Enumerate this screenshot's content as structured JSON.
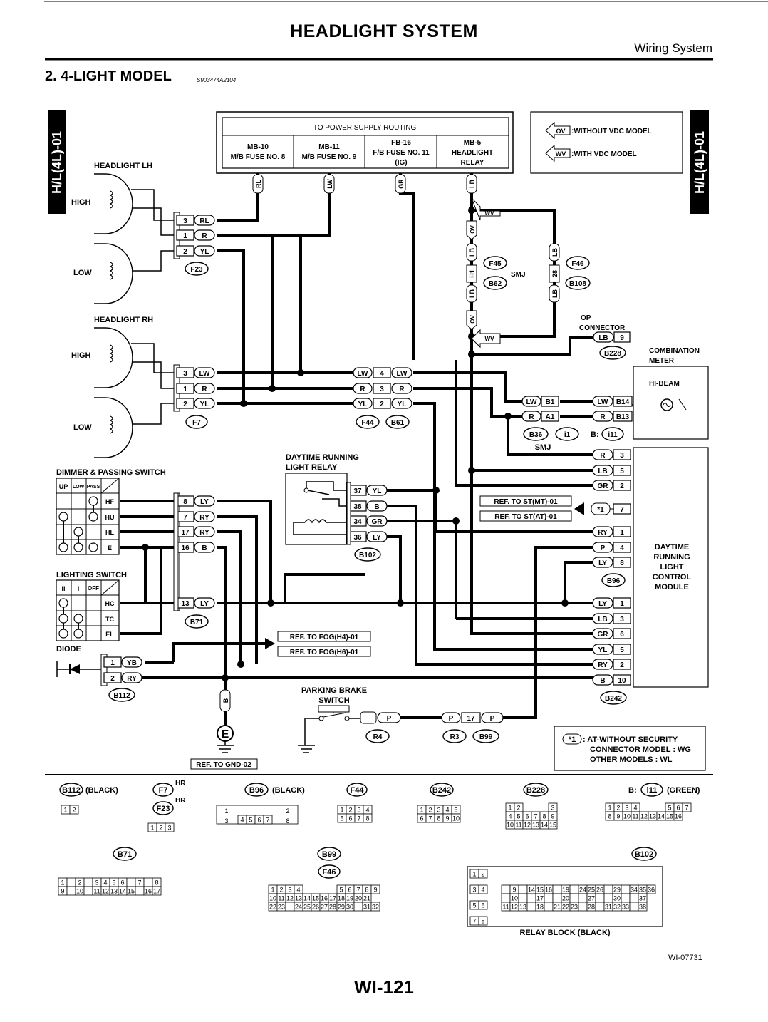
{
  "header": {
    "title": "HEADLIGHT SYSTEM",
    "subtitle": "Wiring System"
  },
  "section": {
    "title": "2. 4-LIGHT MODEL",
    "code": "S903474A2104"
  },
  "tabs": {
    "left": "H/L(4L)-01",
    "right": "H/L(4L)-01"
  },
  "power": {
    "title": "TO POWER SUPPLY ROUTING",
    "cells": [
      [
        "MB-10",
        "M/B FUSE NO. 8"
      ],
      [
        "MB-11",
        "M/B FUSE NO. 9"
      ],
      [
        "FB-16",
        "F/B FUSE NO. 11",
        "(IG)"
      ],
      [
        "MB-5",
        "HEADLIGHT",
        "RELAY"
      ]
    ],
    "wires": [
      "RL",
      "LW",
      "GR",
      "LB"
    ]
  },
  "legend": {
    "ov_tag": "OV",
    "ov_text": ":WITHOUT VDC MODEL",
    "wv_tag": "WV",
    "wv_text": ":WITH VDC MODEL"
  },
  "labels": {
    "hl_lh": "HEADLIGHT LH",
    "hl_rh": "HEADLIGHT RH",
    "high": "HIGH",
    "low": "LOW",
    "dimmer": "DIMMER & PASSING SWITCH",
    "lighting": "LIGHTING SWITCH",
    "diode": "DIODE",
    "drl_relay1": "DAYTIME RUNNING",
    "drl_relay2": "LIGHT RELAY",
    "parking1": "PARKING BRAKE",
    "parking2": "SWITCH",
    "combo1": "COMBINATION",
    "combo2": "METER",
    "hibeam": "HI-BEAM",
    "drl_mod": [
      "DAYTIME",
      "RUNNING",
      "LIGHT",
      "CONTROL",
      "MODULE"
    ],
    "op1": "OP",
    "op2": "CONNECTOR",
    "smj": "SMJ",
    "ground": "E",
    "b_prefix": "B:"
  },
  "dimmer": {
    "cols": [
      "UP",
      "LOW",
      "PASS"
    ],
    "rows": [
      "HF",
      "HU",
      "HL",
      "E"
    ]
  },
  "lighting_sw": {
    "cols": [
      "II",
      "I",
      "OFF"
    ],
    "rows": [
      "HC",
      "TC",
      "EL"
    ]
  },
  "pins": {
    "f23": [
      [
        "3",
        "RL"
      ],
      [
        "1",
        "R"
      ],
      [
        "2",
        "YL"
      ]
    ],
    "f7": [
      [
        "3",
        "LW"
      ],
      [
        "1",
        "R"
      ],
      [
        "2",
        "YL"
      ]
    ],
    "f44": [
      [
        "LW",
        "4",
        "LW"
      ],
      [
        "R",
        "3",
        "R"
      ],
      [
        "YL",
        "2",
        "YL"
      ]
    ],
    "b71": [
      [
        "8",
        "LY"
      ],
      [
        "7",
        "RY"
      ],
      [
        "17",
        "RY"
      ],
      [
        "16",
        "B"
      ],
      [
        "13",
        "LY"
      ]
    ],
    "b102": [
      [
        "37",
        "YL"
      ],
      [
        "38",
        "B"
      ],
      [
        "34",
        "GR"
      ],
      [
        "36",
        "LY"
      ]
    ],
    "b112": [
      [
        "1",
        "YB"
      ],
      [
        "2",
        "RY"
      ]
    ],
    "b96": [
      [
        "R",
        "3"
      ],
      [
        "LB",
        "5"
      ],
      [
        "GR",
        "2"
      ],
      [
        "",
        "7"
      ],
      [
        "RY",
        "1"
      ],
      [
        "P",
        "4"
      ],
      [
        "LY",
        "8"
      ]
    ],
    "b242": [
      [
        "LY",
        "1"
      ],
      [
        "LB",
        "3"
      ],
      [
        "GR",
        "6"
      ],
      [
        "YL",
        "5"
      ],
      [
        "RY",
        "2"
      ],
      [
        "B",
        "10"
      ]
    ],
    "b36": [
      [
        "LW",
        "B1"
      ],
      [
        "R",
        "A1"
      ]
    ],
    "i11": [
      [
        "LW",
        "B14"
      ],
      [
        "R",
        "B13"
      ]
    ],
    "op": [
      "LB",
      "9"
    ],
    "smj_a": [
      "LB",
      "H1",
      "LB"
    ],
    "smj_b": [
      "LB",
      "28",
      "LB"
    ],
    "park": [
      "P",
      "P",
      "17",
      "P"
    ],
    "gnd_wire": "B"
  },
  "connectors": {
    "f23": "F23",
    "f7": "F7",
    "f44": "F44",
    "b61": "B61",
    "f45": "F45",
    "b62": "B62",
    "f46": "F46",
    "b108": "B108",
    "b228": "B228",
    "b36": "B36",
    "i1": "i1",
    "i11": "i11",
    "b102": "B102",
    "b71": "B71",
    "b112": "B112",
    "b96": "B96",
    "b242": "B242",
    "r4": "R4",
    "r3": "R3",
    "b99": "B99"
  },
  "refs": {
    "st_mt": "REF. TO ST(MT)-01",
    "st_at": "REF. TO ST(AT)-01",
    "fog_h4": "REF. TO FOG(H4)-01",
    "fog_h6": "REF. TO FOG(H6)-01",
    "gnd": "REF. TO GND-02",
    "star": "*1"
  },
  "note": {
    "tag": "*1",
    "line1": ": AT-WITHOUT SECURITY",
    "line2": "CONNECTOR MODEL :  WG",
    "line3": "OTHER MODELS :  WL"
  },
  "bottom": {
    "b112": {
      "name": "B112",
      "color": "(BLACK)"
    },
    "f7": {
      "name": "F7",
      "hr": "HR"
    },
    "f23": {
      "name": "F23",
      "hr": "HR"
    },
    "b96": {
      "name": "B96",
      "color": "(BLACK)"
    },
    "f44": {
      "name": "F44"
    },
    "b242": {
      "name": "B242"
    },
    "b228": {
      "name": "B228"
    },
    "i11": {
      "prefix": "B:",
      "name": "i11",
      "color": "(GREEN)"
    },
    "b71": {
      "name": "B71"
    },
    "b99": {
      "name": "B99"
    },
    "f46": {
      "name": "F46"
    },
    "b102": {
      "name": "B102"
    },
    "relay_block": "RELAY BLOCK (BLACK)"
  },
  "footer": {
    "page": "WI-121",
    "code": "WI-07731"
  }
}
